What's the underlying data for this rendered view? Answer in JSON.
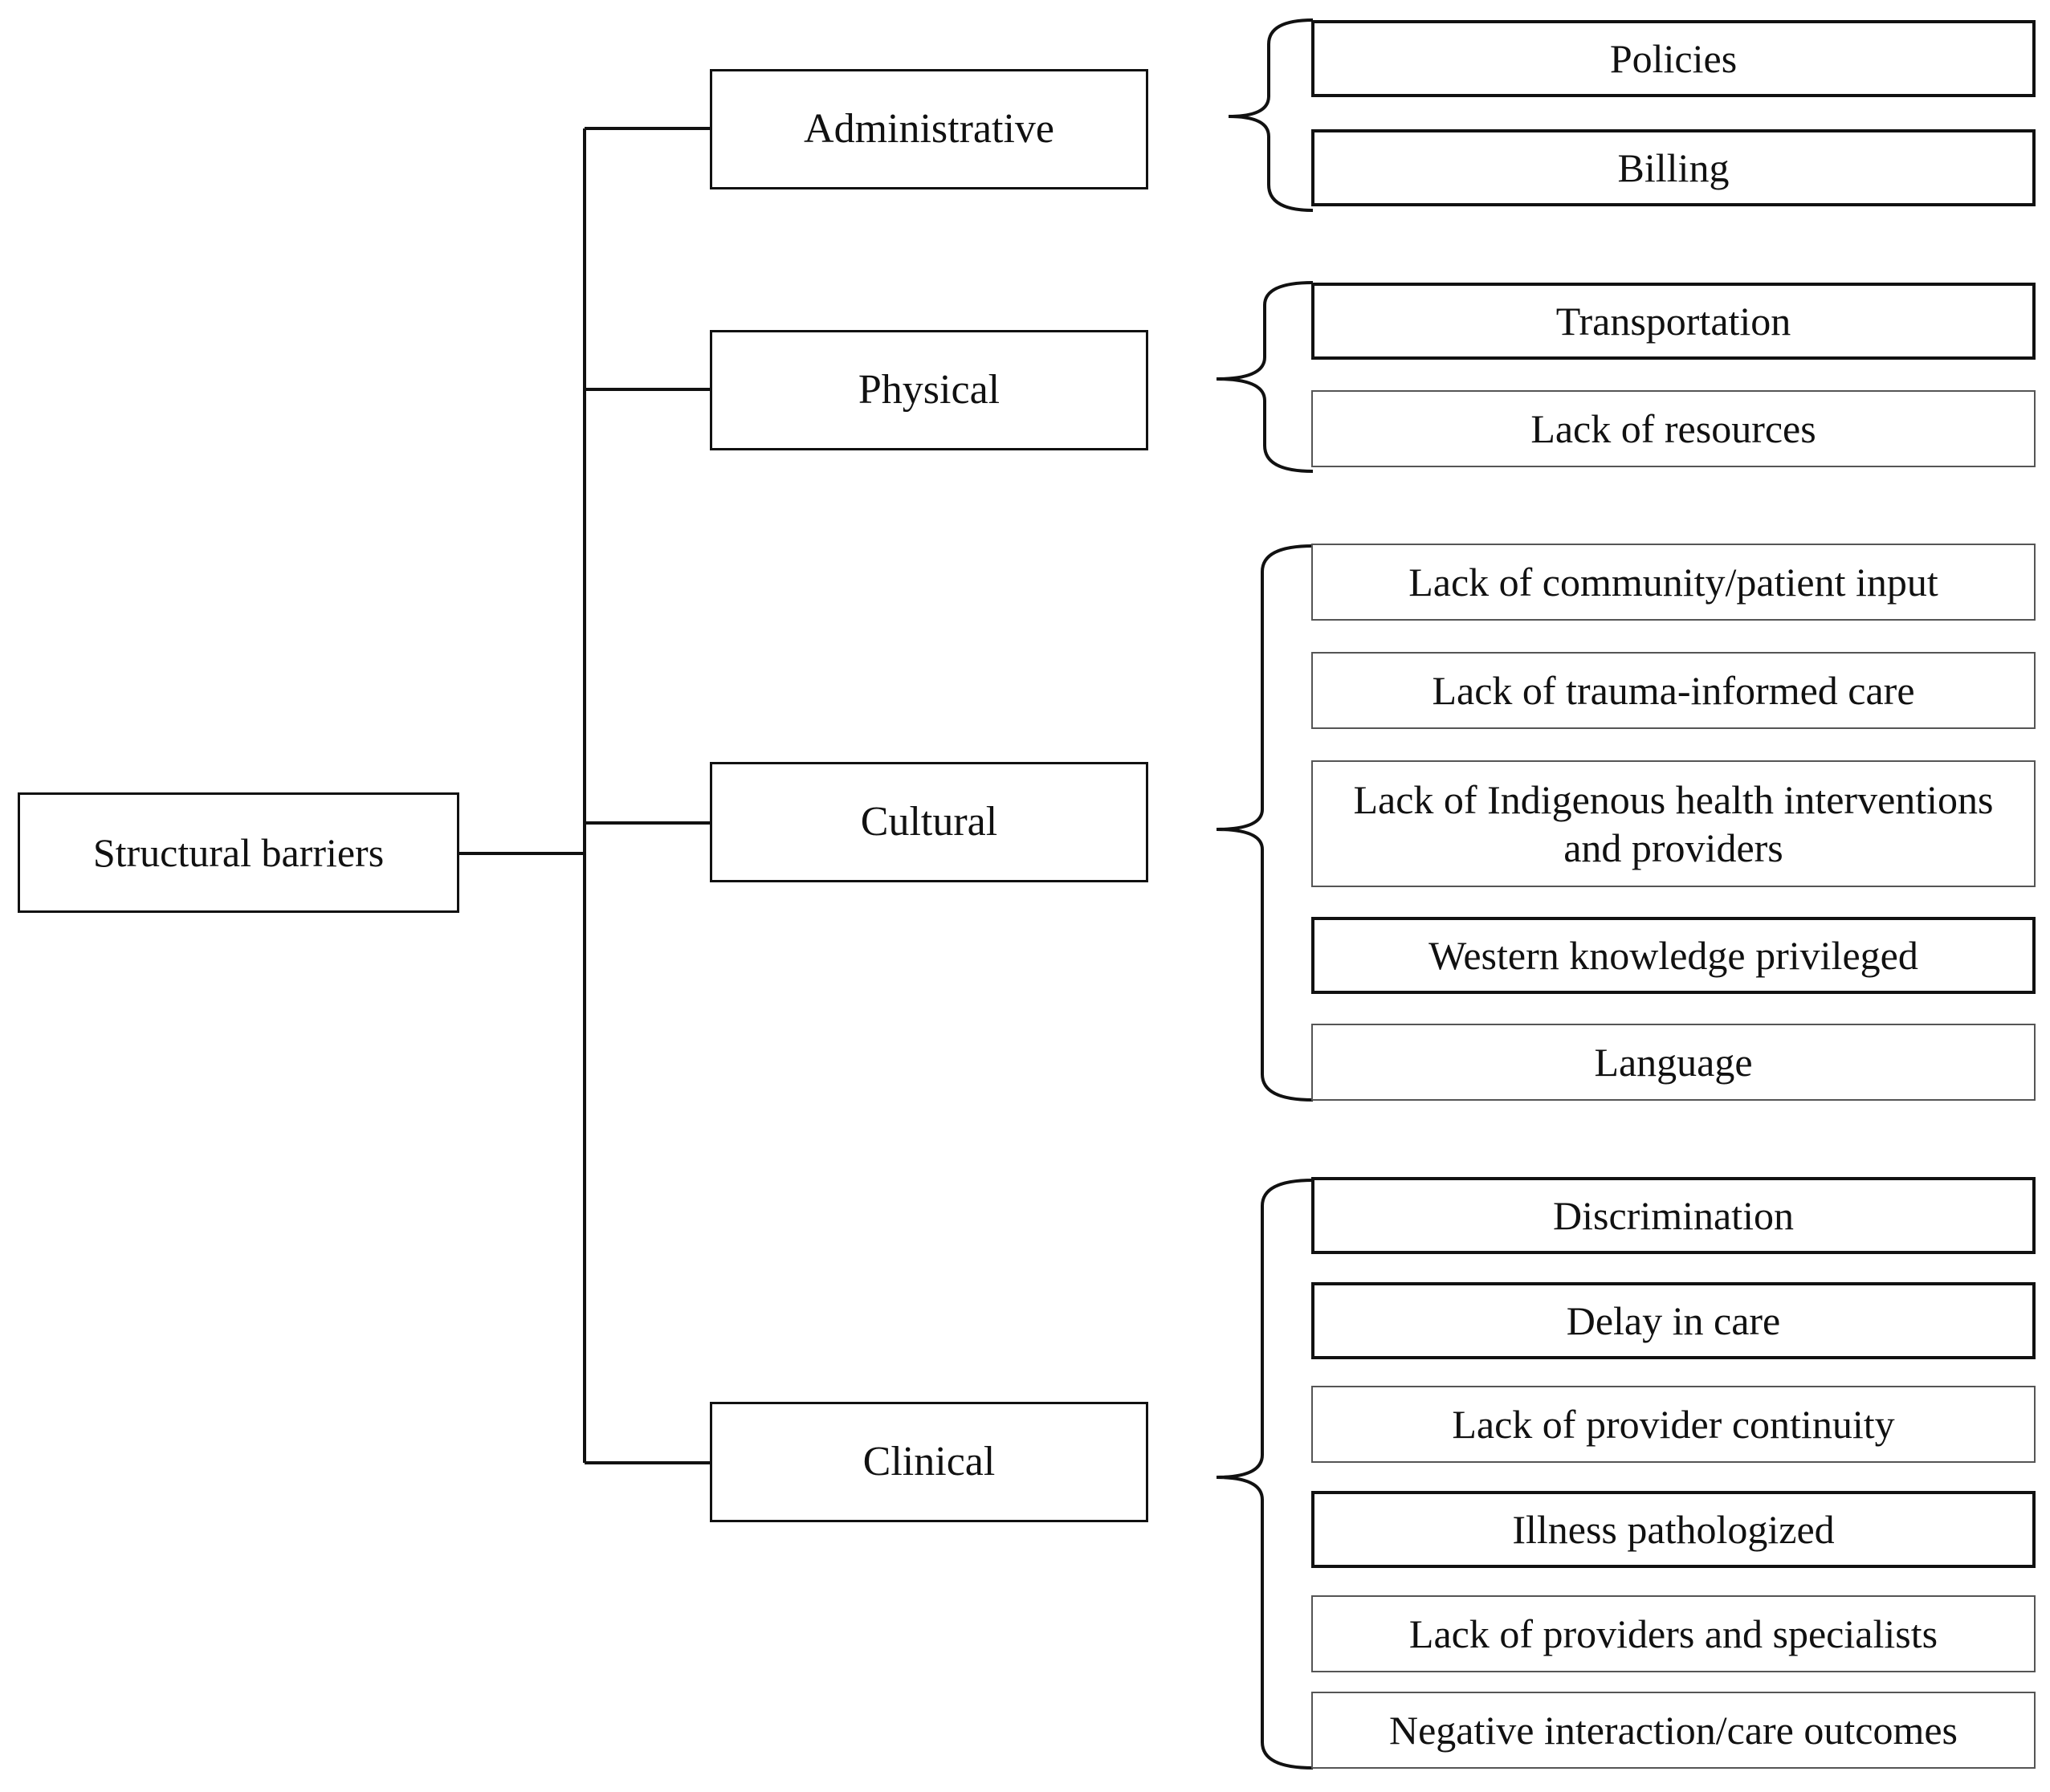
{
  "root": {
    "label": "Structural  barriers"
  },
  "categories": [
    {
      "label": "Administrative",
      "items": [
        "Policies",
        "Billing"
      ]
    },
    {
      "label": "Physical",
      "items": [
        "Transportation",
        "Lack of resources"
      ]
    },
    {
      "label": "Cultural",
      "items": [
        "Lack of community/patient input",
        "Lack of trauma-informed care",
        "Lack of Indigenous health interventions and providers",
        "Western knowledge privileged",
        "Language"
      ]
    },
    {
      "label": "Clinical",
      "items": [
        "Discrimination",
        "Delay in care",
        "Lack of provider continuity",
        "Illness pathologized",
        "Lack of providers and specialists",
        "Negative interaction/care outcomes"
      ]
    }
  ]
}
